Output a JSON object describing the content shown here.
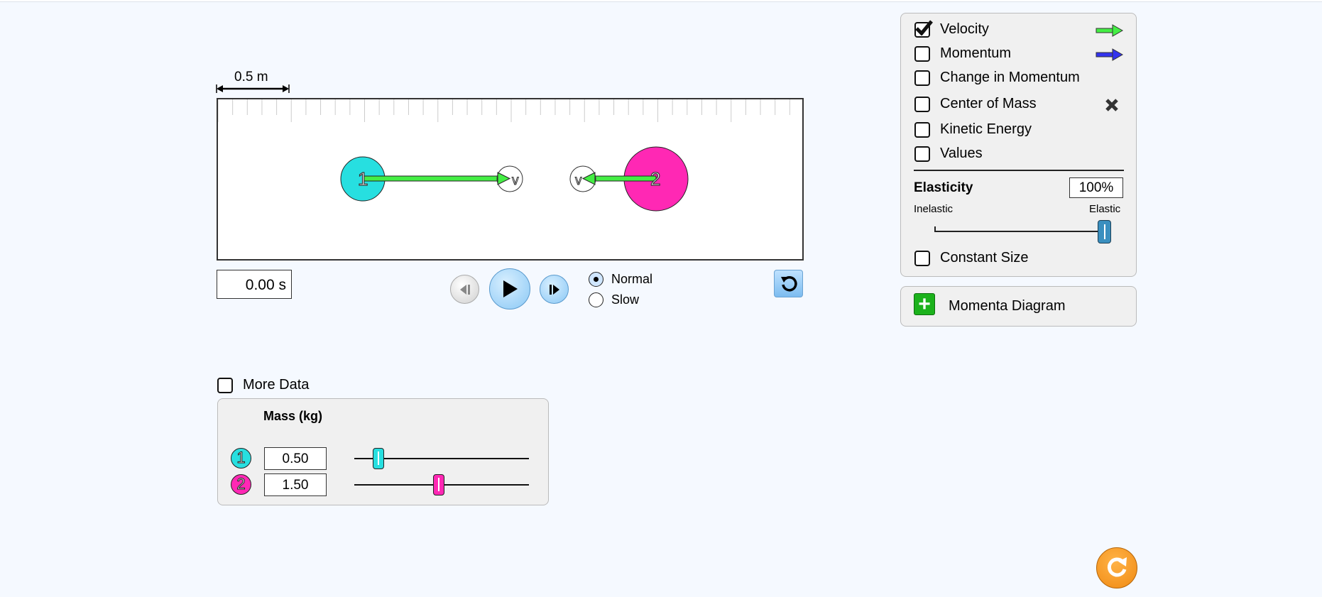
{
  "scale_label": "0.5 m",
  "balls": [
    {
      "label": "1",
      "color": "#27dfe0"
    },
    {
      "label": "2",
      "color": "#ff28b4"
    }
  ],
  "vector_label": "v",
  "time": "0.00 s",
  "playback": {
    "options": [
      "Normal",
      "Slow"
    ],
    "selected": "Normal",
    "play_icon": "play-icon",
    "step_back_icon": "step-back-icon",
    "step_forward_icon": "step-forward-icon"
  },
  "controls": {
    "checkboxes": [
      {
        "label": "Velocity",
        "checked": true
      },
      {
        "label": "Momentum",
        "checked": false
      },
      {
        "label": "Change in Momentum",
        "checked": false
      },
      {
        "label": "Center of Mass",
        "checked": false
      },
      {
        "label": "Kinetic Energy",
        "checked": false
      },
      {
        "label": "Values",
        "checked": false
      }
    ],
    "elasticity_title": "Elasticity",
    "elasticity_value": "100%",
    "elasticity_fraction": 1.0,
    "inelastic_label": "Inelastic",
    "elastic_label": "Elastic",
    "constant_size_label": "Constant Size"
  },
  "momenta_diagram_label": "Momenta Diagram",
  "more_data_label": "More Data",
  "mass": {
    "title": "Mass (kg)",
    "range": [
      0.1,
      3.0
    ],
    "rows": [
      {
        "badge": "1",
        "value": "0.50",
        "numeric": 0.5
      },
      {
        "badge": "2",
        "value": "1.50",
        "numeric": 1.5
      }
    ]
  },
  "colors": {
    "velocity": "#44ee44",
    "momentum": "#3333ee",
    "ball1": "#27dfe0",
    "ball2": "#ff28b4",
    "reset_all": "#f7941d"
  }
}
